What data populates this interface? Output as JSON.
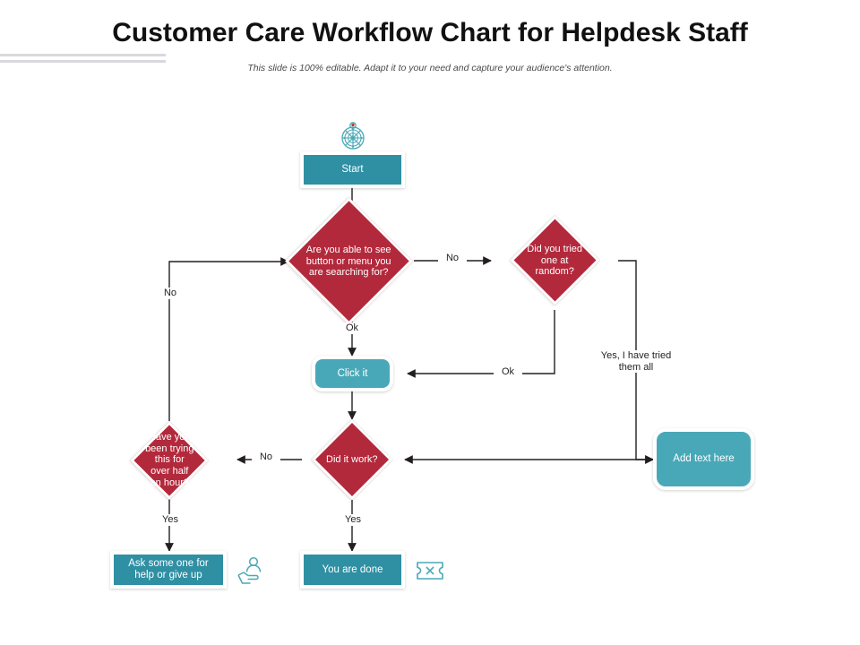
{
  "header": {
    "title": "Customer Care Workflow Chart for Helpdesk Staff",
    "subtitle": "This slide is 100% editable. Adapt it to your need and capture your audience's attention."
  },
  "theme": {
    "teal_dark": "#2f8fa3",
    "teal_light": "#49a8b8",
    "crimson": "#b3293c",
    "line": "#231f20",
    "rule_gray": "#d9d9dd"
  },
  "flowchart": {
    "nodes": [
      {
        "id": "start",
        "label": "Start",
        "shape": "rect",
        "color": "teal_dark"
      },
      {
        "id": "see-button",
        "label": "Are you able to see button or menu you are searching for?",
        "shape": "diamond",
        "color": "crimson"
      },
      {
        "id": "tried-random",
        "label": "Did you tried one at random?",
        "shape": "diamond",
        "color": "crimson"
      },
      {
        "id": "click-it",
        "label": "Click it",
        "shape": "rounded",
        "color": "teal_light"
      },
      {
        "id": "half-hour",
        "label": "Have you been trying this for over half an hour?",
        "shape": "diamond",
        "color": "crimson"
      },
      {
        "id": "did-it-work",
        "label": "Did it work?",
        "shape": "diamond",
        "color": "crimson"
      },
      {
        "id": "add-text",
        "label": "Add text here",
        "shape": "rounded",
        "color": "teal_light"
      },
      {
        "id": "ask-someone",
        "label": "Ask some one for help or give up",
        "shape": "rect",
        "color": "teal_dark"
      },
      {
        "id": "you-are-done",
        "label": "You are done",
        "shape": "rect",
        "color": "teal_dark"
      }
    ],
    "edge_labels": {
      "see_to_tried": "No",
      "see_to_click": "Ok",
      "tried_to_click": "Ok",
      "tried_to_addtext": "Yes, I have tried\nthem all",
      "halfhour_to_see": "No",
      "didwork_to_halfhour": "No",
      "halfhour_to_ask": "Yes",
      "didwork_to_done": "Yes"
    },
    "icons": [
      {
        "id": "emblem-icon",
        "name": "gear-emblem-icon"
      },
      {
        "id": "support-icon",
        "name": "hand-holding-person-icon"
      },
      {
        "id": "ticket-icon",
        "name": "ticket-close-icon"
      }
    ]
  }
}
